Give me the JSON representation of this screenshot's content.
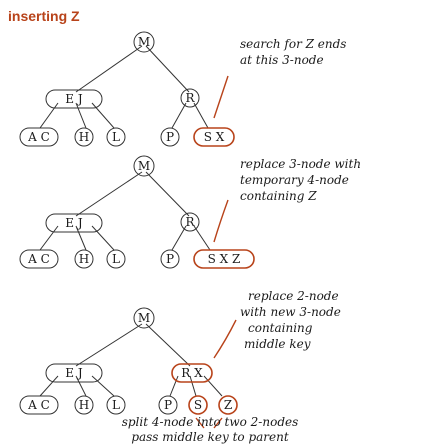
{
  "header": {
    "title": "inserting Z"
  },
  "diagrams": [
    {
      "annotation": [
        "search for Z ends",
        "at this 3-node"
      ],
      "root": "M",
      "mid": [
        "E J",
        "R"
      ],
      "leaves": [
        "A C",
        "H",
        "L",
        "P",
        "S X"
      ]
    },
    {
      "annotation": [
        "replace 3-node with",
        "temporary 4-node",
        "containing Z"
      ],
      "root": "M",
      "mid": [
        "E J",
        "R"
      ],
      "leaves": [
        "A C",
        "H",
        "L",
        "P",
        "S X Z"
      ]
    },
    {
      "annotation": [
        "replace 2-node",
        "with new 3-node",
        "containing",
        "middle key"
      ],
      "root": "M",
      "mid": [
        "E J",
        "R X"
      ],
      "leaves": [
        "A C",
        "H",
        "L",
        "P",
        "S",
        "Z"
      ]
    }
  ],
  "footer": [
    "split 4-node into two 2-nodes",
    "pass middle key to parent"
  ],
  "colors": {
    "header": "#b8431a",
    "highlight": "#b8431a",
    "link": "#333333"
  }
}
